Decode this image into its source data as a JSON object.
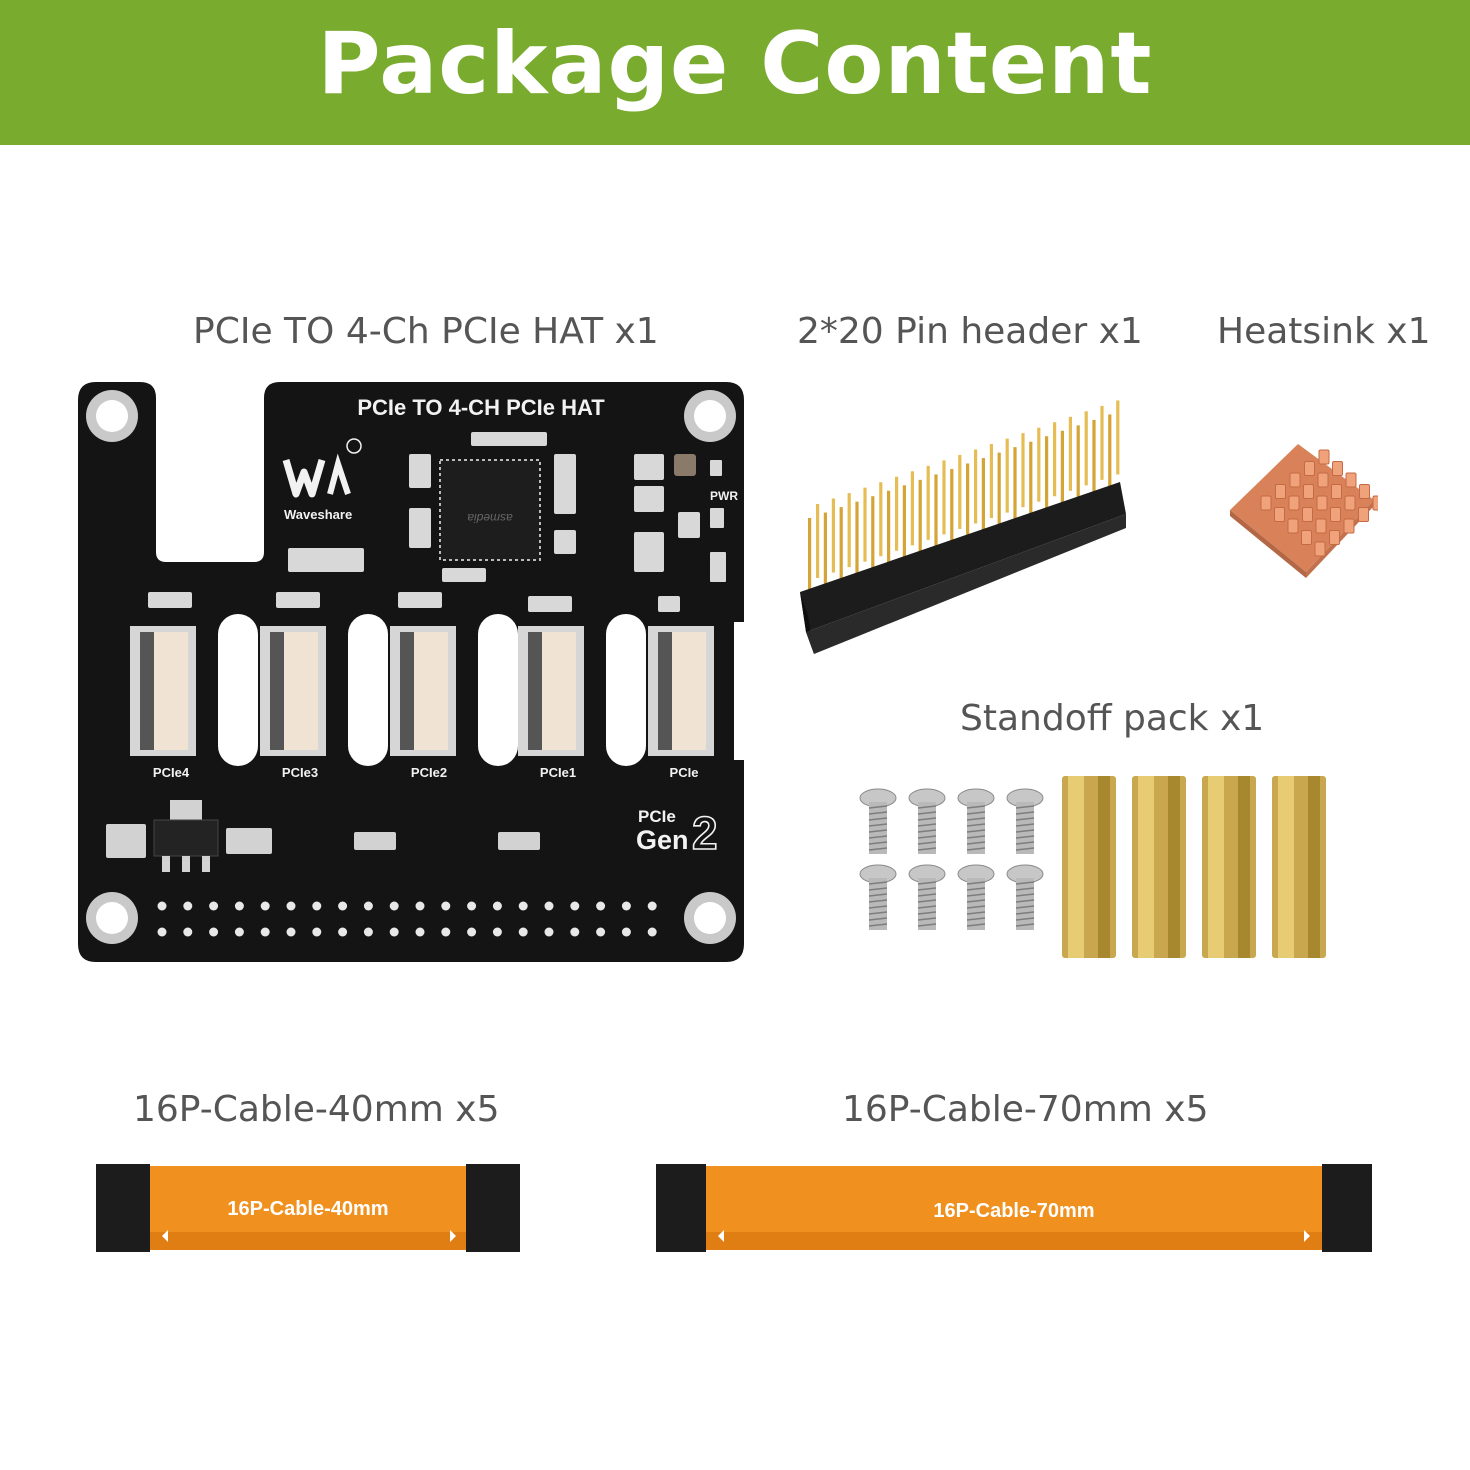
{
  "banner": {
    "title": "Package Content",
    "color": "#79ab2f"
  },
  "items": [
    {
      "label": "PCIe TO 4-Ch PCIe HAT x1"
    },
    {
      "label": "2*20 Pin header x1"
    },
    {
      "label": "Heatsink x1"
    },
    {
      "label": "Standoff pack x1"
    },
    {
      "label": "16P-Cable-40mm x5"
    },
    {
      "label": "16P-Cable-70mm x5"
    }
  ],
  "board": {
    "title": "PCIe TO 4-CH PCIe HAT",
    "brand": "Waveshare",
    "chip_text": "asmedia",
    "pwr_label": "PWR",
    "ports": [
      "PCIe4",
      "PCIe3",
      "PCIe2",
      "PCIe1",
      "PCIe"
    ],
    "gen_small": "PCIe",
    "gen_big": "Gen",
    "gen_num": "2"
  },
  "cables": [
    {
      "print": "16P-Cable-40mm"
    },
    {
      "print": "16P-Cable-70mm"
    }
  ]
}
